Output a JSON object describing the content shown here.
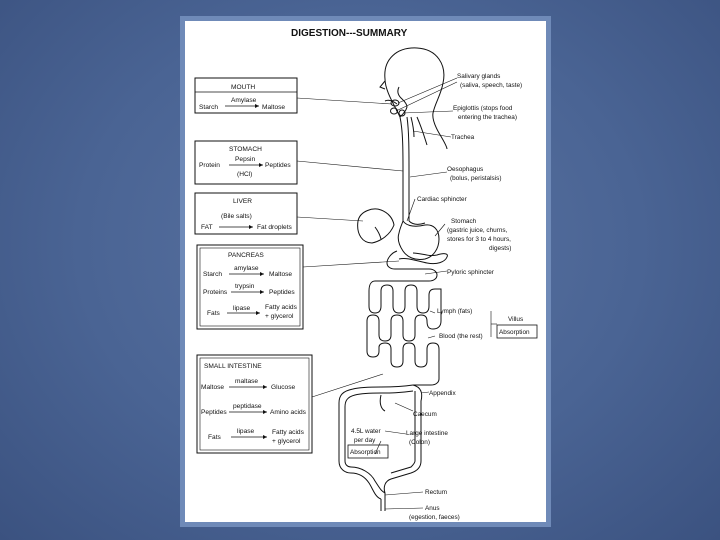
{
  "title": "DIGESTION---SUMMARY",
  "boxes": {
    "mouth": {
      "header": "MOUTH",
      "rows": [
        {
          "left": "Starch",
          "enzyme": "Amylase",
          "right": "Maltose"
        }
      ]
    },
    "stomach": {
      "header": "STOMACH",
      "rows": [
        {
          "left": "Protein",
          "enzyme": "Pepsin",
          "note": "(HCl)",
          "right": "Peptides"
        }
      ]
    },
    "liver": {
      "header": "LIVER",
      "rows": [
        {
          "left": "FAT",
          "enzyme": "(Bile salts)",
          "right": "Fat droplets"
        }
      ]
    },
    "pancreas": {
      "header": "PANCREAS",
      "rows": [
        {
          "left": "Starch",
          "enzyme": "amylase",
          "right": "Maltose"
        },
        {
          "left": "Proteins",
          "enzyme": "trypsin",
          "right": "Peptides"
        },
        {
          "left": "Fats",
          "enzyme": "lipase",
          "right": "Fatty acids",
          "right2": "+ glycerol"
        }
      ]
    },
    "small_intestine": {
      "header": "SMALL INTESTINE",
      "rows": [
        {
          "left": "Maltose",
          "enzyme": "maltase",
          "right": "Glucose"
        },
        {
          "left": "Peptides",
          "enzyme": "peptidase",
          "right": "Amino acids"
        },
        {
          "left": "Fats",
          "enzyme": "lipase",
          "right": "Fatty acids",
          "right2": "+ glycerol"
        }
      ]
    }
  },
  "labels": {
    "salivary_1": "Salivary glands",
    "salivary_2": "(saliva, speech, taste)",
    "epiglottis_1": "Epiglottis (stops food",
    "epiglottis_2": "entering the trachea)",
    "trachea": "Trachea",
    "oesophagus_1": "Oesophagus",
    "oesophagus_2": "(bolus, peristalsis)",
    "cardiac": "Cardiac sphincter",
    "stomach_1": "Stomach",
    "stomach_2": "(gastric juice, churns,",
    "stomach_3": "stores for 3 to 4 hours,",
    "stomach_4": "digests)",
    "pyloric": "Pyloric sphincter",
    "lymph": "Lymph (fats)",
    "blood": "Blood (the rest)",
    "villus": "Villus",
    "absorption_villus": "Absorption",
    "appendix": "Appendix",
    "caecum": "Caecum",
    "water_1": "4.5L water",
    "water_2": "per day",
    "absorption_water": "Absorption",
    "large_1": "Large intestine",
    "large_2": "(Colon)",
    "rectum": "Rectum",
    "anus_1": "Anus",
    "anus_2": "(egestion, faeces)"
  }
}
